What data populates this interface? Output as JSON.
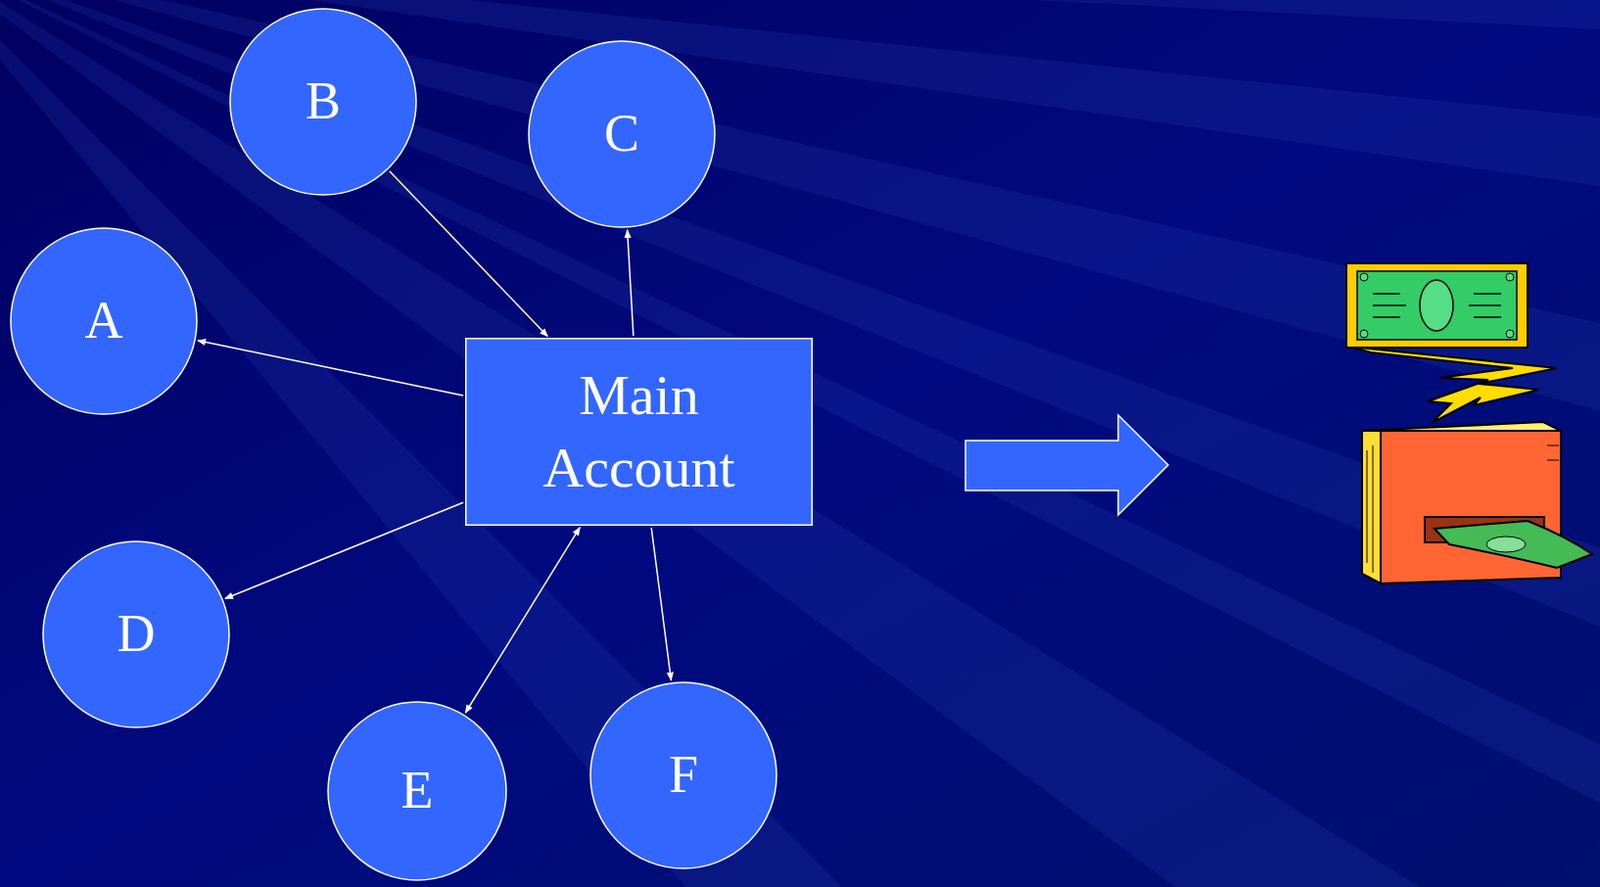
{
  "diagram": {
    "nodes": [
      {
        "text": [
          "A"
        ]
      },
      {
        "text": [
          "B"
        ]
      },
      {
        "text": [
          "C"
        ]
      },
      {
        "text": [
          "Main Account"
        ]
      },
      {
        "text": [
          "D"
        ]
      },
      {
        "text": [
          "E"
        ]
      },
      {
        "text": [
          "F"
        ]
      }
    ],
    "edges": [
      {
        "from": 1,
        "to": 3,
        "arrow": "to"
      },
      {
        "from": 3,
        "to": 0,
        "arrow": "to"
      },
      {
        "from": 3,
        "to": 2,
        "arrow": "to"
      },
      {
        "from": 3,
        "to": 4,
        "arrow": "to"
      },
      {
        "from": 3,
        "to": 5,
        "arrow": "both"
      },
      {
        "from": 3,
        "to": 6,
        "arrow": "to"
      }
    ]
  }
}
